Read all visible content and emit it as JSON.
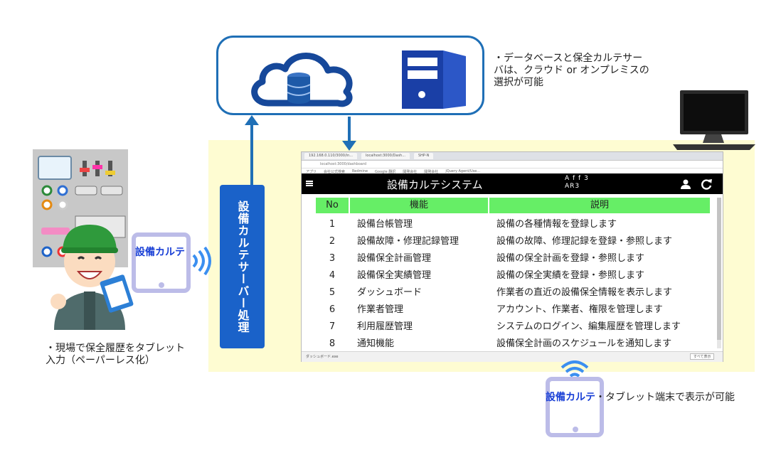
{
  "cloud_note": [
    "・データベースと保全カルテサー",
    "バは、クラウド or オンプレミスの",
    "選択が可能"
  ],
  "server_label": "設備カルテサーバー処理",
  "field_note": [
    "・現場で保全履歴をタブレット",
    "入力（ペーパーレス化）"
  ],
  "tablet_left_label": "設備カルテ",
  "tablet_bottom_label": "設備カルテ",
  "tablet_bottom_note": "・タブレット端末で表示が可能",
  "browser": {
    "tabs": [
      "192.168.0.110/3000/in...",
      "localhost:3000/Dash...",
      "SHP-N"
    ],
    "url": "localhost:3000/dashboard",
    "bookmarks": [
      "アプリ",
      "会社公式検索",
      "Redmine",
      "Google 翻訳",
      "開発会社",
      "開発会社",
      "jQuery Agent/Use..."
    ],
    "status_left": "ダッシュボード.exe",
    "status_right": "すべて表示"
  },
  "app": {
    "title": "設備カルテシステム",
    "user_line1": "A f f 3",
    "user_line2": "AR3",
    "columns": [
      "No",
      "機能",
      "説明"
    ],
    "rows": [
      {
        "no": "1",
        "func": "設備台帳管理",
        "desc": "設備の各種情報を登録します"
      },
      {
        "no": "2",
        "func": "設備故障・修理記録管理",
        "desc": "設備の故障、修理記録を登録・参照します"
      },
      {
        "no": "3",
        "func": "設備保全計画管理",
        "desc": "設備の保全計画を登録・参照します"
      },
      {
        "no": "4",
        "func": "設備保全実績管理",
        "desc": "設備の保全実績を登録・参照します"
      },
      {
        "no": "5",
        "func": "ダッシュボード",
        "desc": "作業者の直近の設備保全情報を表示します"
      },
      {
        "no": "6",
        "func": "作業者管理",
        "desc": "アカウント、作業者、権限を管理します"
      },
      {
        "no": "7",
        "func": "利用履歴管理",
        "desc": "システムのログイン、編集履歴を管理します"
      },
      {
        "no": "8",
        "func": "通知機能",
        "desc": "設備保全計画のスケジュールを通知します"
      }
    ]
  },
  "colors": {
    "accent": "#1f6fb6",
    "server": "#1a62c9",
    "table_head": "#66ee66",
    "yellow": "#fefcd2",
    "tablet": "#bcbce8"
  }
}
